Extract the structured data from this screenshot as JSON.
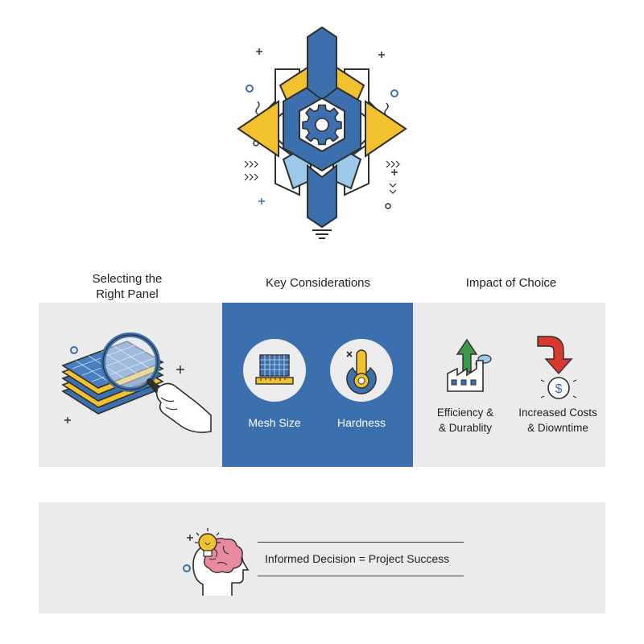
{
  "columns": {
    "selecting": {
      "heading_line1": "Selecting the",
      "heading_line2": "Right Panel"
    },
    "considerations": {
      "heading": "Key Considerations"
    },
    "impact": {
      "heading": "Impact of Choice"
    }
  },
  "considerations": [
    {
      "label": "Mesh Size",
      "icon": "mesh-grid-ruler-icon"
    },
    {
      "label": "Hardness",
      "icon": "thermometer-hardness-icon"
    }
  ],
  "impacts": [
    {
      "line1": "Efficiency &",
      "line2": "& Durablity",
      "icon": "factory-up-arrow-icon"
    },
    {
      "line1": "Increased Costs",
      "line2": "& Diowntime",
      "icon": "cost-down-arrow-icon"
    }
  ],
  "conclusion": {
    "text": "Informed Decision = Project Success",
    "icon": "brain-lightbulb-icon"
  },
  "colors": {
    "blue": "#3c6fad",
    "yellow": "#f2c12e",
    "light_blue": "#9cc8ea",
    "gray_band": "#ebebeb",
    "green": "#3a9a4a",
    "red": "#d9382c"
  }
}
